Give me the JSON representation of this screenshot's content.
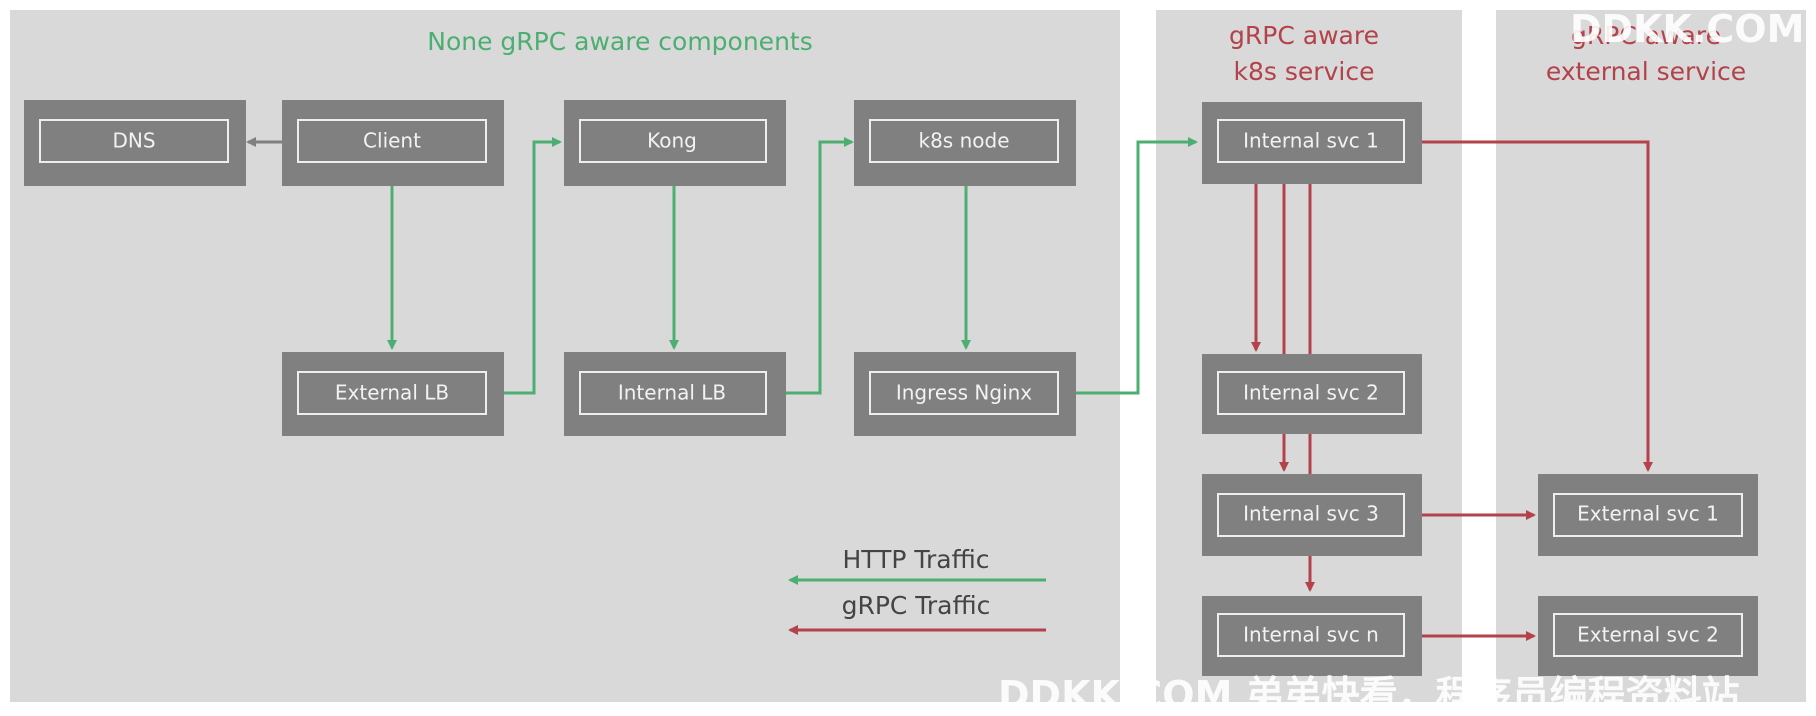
{
  "regions": {
    "non_grpc_title": "None gRPC aware components",
    "grpc_k8s_title_line1": "gRPC aware",
    "grpc_k8s_title_line2": "k8s service",
    "grpc_external_title_line1": "gRPC aware",
    "grpc_external_title_line2": "external service"
  },
  "nodes": {
    "dns": "DNS",
    "client": "Client",
    "kong": "Kong",
    "k8s_node": "k8s node",
    "external_lb": "External LB",
    "internal_lb": "Internal LB",
    "ingress_nginx": "Ingress Nginx",
    "internal_svc_1": "Internal svc 1",
    "internal_svc_2": "Internal svc 2",
    "internal_svc_3": "Internal svc 3",
    "internal_svc_n": "Internal svc n",
    "external_svc_1": "External  svc 1",
    "external_svc_2": "External svc 2"
  },
  "legend": {
    "http_label": "HTTP Traffic",
    "grpc_label": "gRPC Traffic"
  },
  "colors": {
    "http": "#4caf71",
    "grpc": "#b3424a",
    "region_bg": "#d9d9d9",
    "box": "#808080"
  },
  "watermark": {
    "top": "DDKK.COM",
    "bottom": "DDKK.COM 弟弟快看，程序员编程资料站"
  }
}
